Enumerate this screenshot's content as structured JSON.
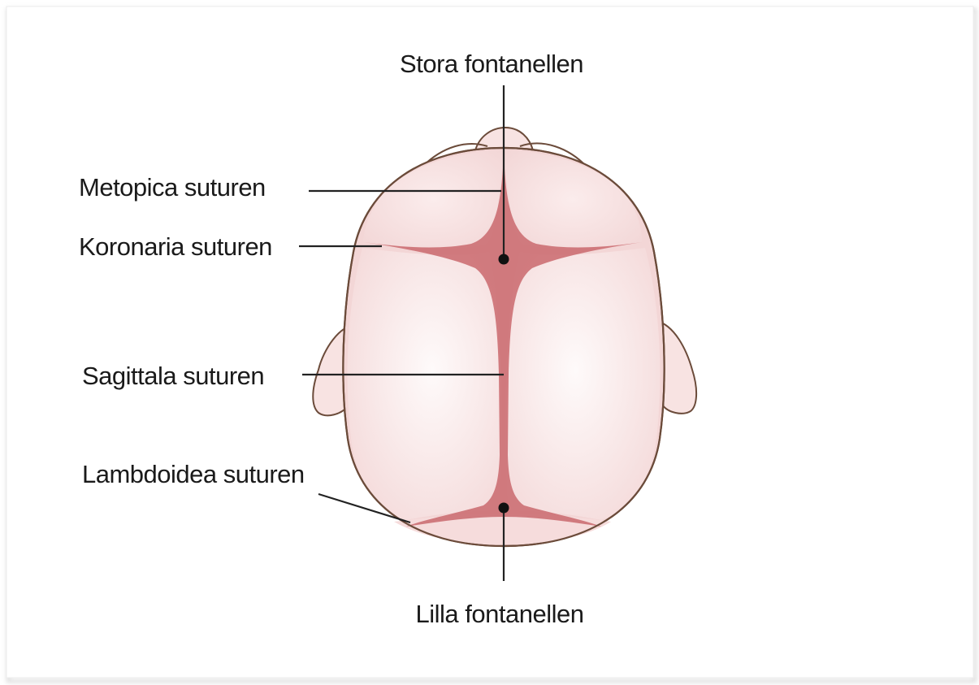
{
  "diagram": {
    "labels": {
      "anterior_fontanelle": "Stora fontanellen",
      "metopic_suture": "Metopica suturen",
      "coronal_suture": "Koronaria suturen",
      "sagittal_suture": "Sagittala suturen",
      "lambdoid_suture": "Lambdoidea suturen",
      "posterior_fontanelle": "Lilla fontanellen"
    },
    "colors": {
      "skull_fill": "#f8e3e2",
      "skull_highlight": "#fdf3f3",
      "skull_outline": "#6b4b3a",
      "suture_fill": "#cc6f73",
      "label_text": "#1a1a1a"
    }
  }
}
